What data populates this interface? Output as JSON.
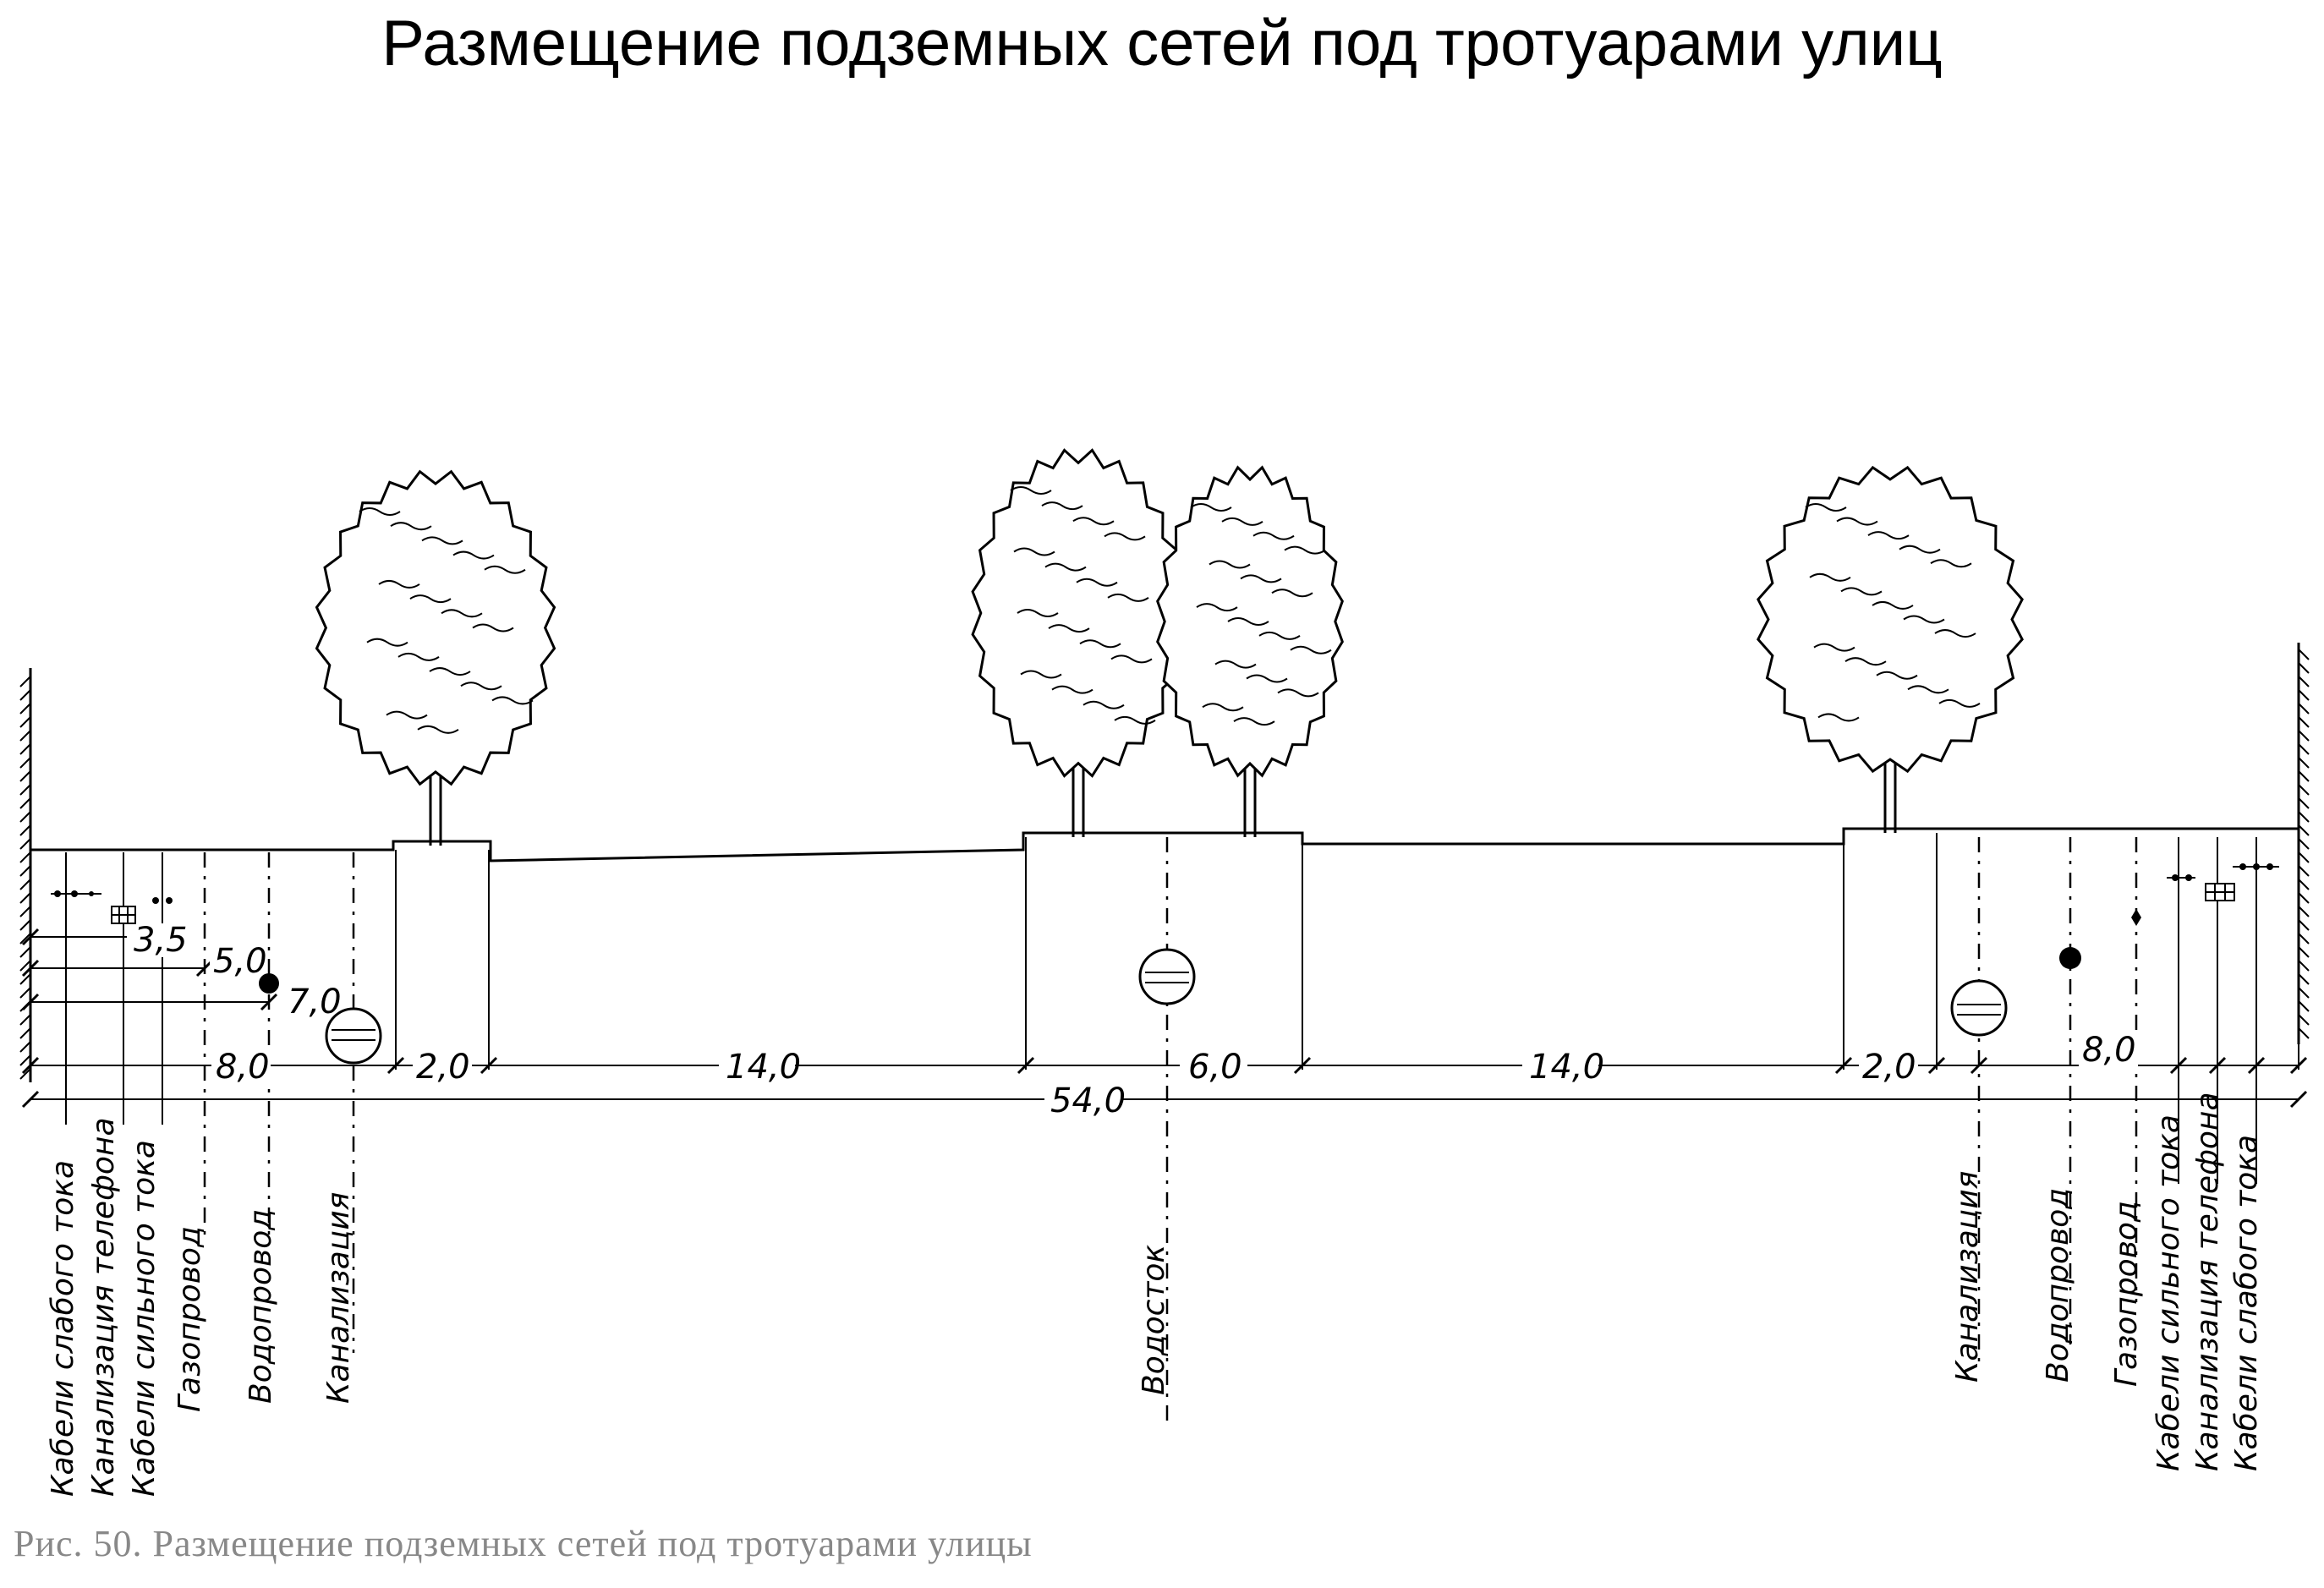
{
  "title": "Размещение подземных сетей под тротуарами улиц",
  "caption": "Рис. 50. Размещение подземных сетей под тротуарами улицы",
  "dimensions": {
    "left_gas": "3,5",
    "left_water": "5,0",
    "left_sewer": "7,0",
    "left_total": "8,0",
    "green_left": "2,0",
    "road_left": "14,0",
    "median": "6,0",
    "road_right": "14,0",
    "green_right": "2,0",
    "right_total": "8,0",
    "overall": "54,0"
  },
  "labels_left": [
    "Кабели слабого тока",
    "Канализация телефона",
    "Кабели сильного тока",
    "Газопровод",
    "Водопровод",
    "Канализация"
  ],
  "label_center": "Водосток",
  "labels_right": [
    "Канализация",
    "Водопровод",
    "Газопровод",
    "Кабели сильного тока",
    "Канализация телефона",
    "Кабели слабого тока"
  ]
}
